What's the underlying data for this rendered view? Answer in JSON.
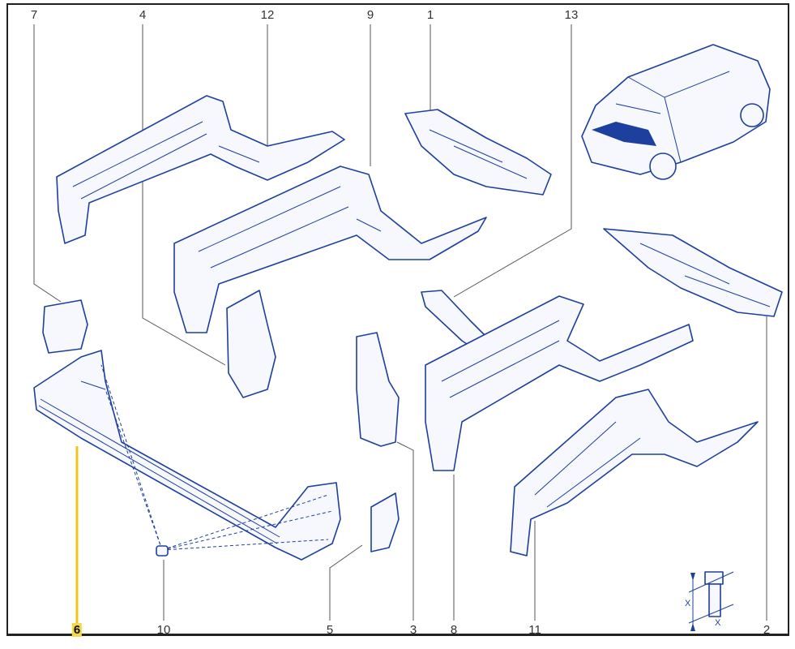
{
  "diagram": {
    "title": "Front structure parts diagram",
    "highlight_color": "#f5d84a",
    "line_color": "#1d3f9e",
    "callouts_top": [
      "7",
      "4",
      "12",
      "9",
      "1",
      "13"
    ],
    "callouts_bottom": [
      "6",
      "10",
      "5",
      "3",
      "8",
      "11",
      "2"
    ],
    "highlighted_callout": "6",
    "torque_symbol_label": "X"
  }
}
